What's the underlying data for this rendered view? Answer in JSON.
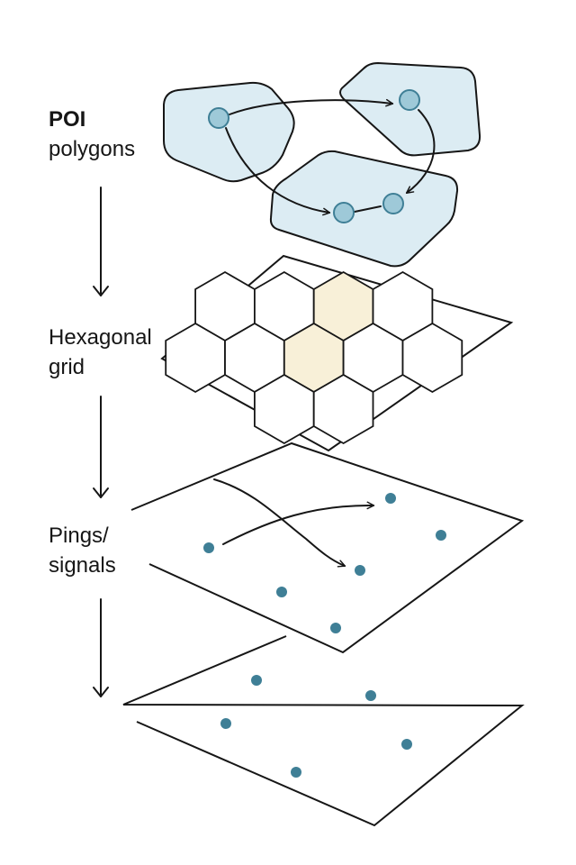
{
  "layers": [
    {
      "id": "poi",
      "line1": "POI",
      "line2": "polygons",
      "line1_bold": true
    },
    {
      "id": "hex",
      "line1": "Hexagonal",
      "line2": "grid",
      "line1_bold": false
    },
    {
      "id": "pings",
      "line1": "Pings/",
      "line2": "signals",
      "line1_bold": false
    },
    {
      "id": "base",
      "line1": "",
      "line2": "",
      "line1_bold": false
    }
  ],
  "colors": {
    "ink": "#161616",
    "poi_fill": "#dcecf3",
    "poi_node_fill": "#9ec9d8",
    "poi_node_stroke": "#3f7f96",
    "hex_highlight": "#f8f0d8",
    "ping_dot": "#3f7f96"
  }
}
